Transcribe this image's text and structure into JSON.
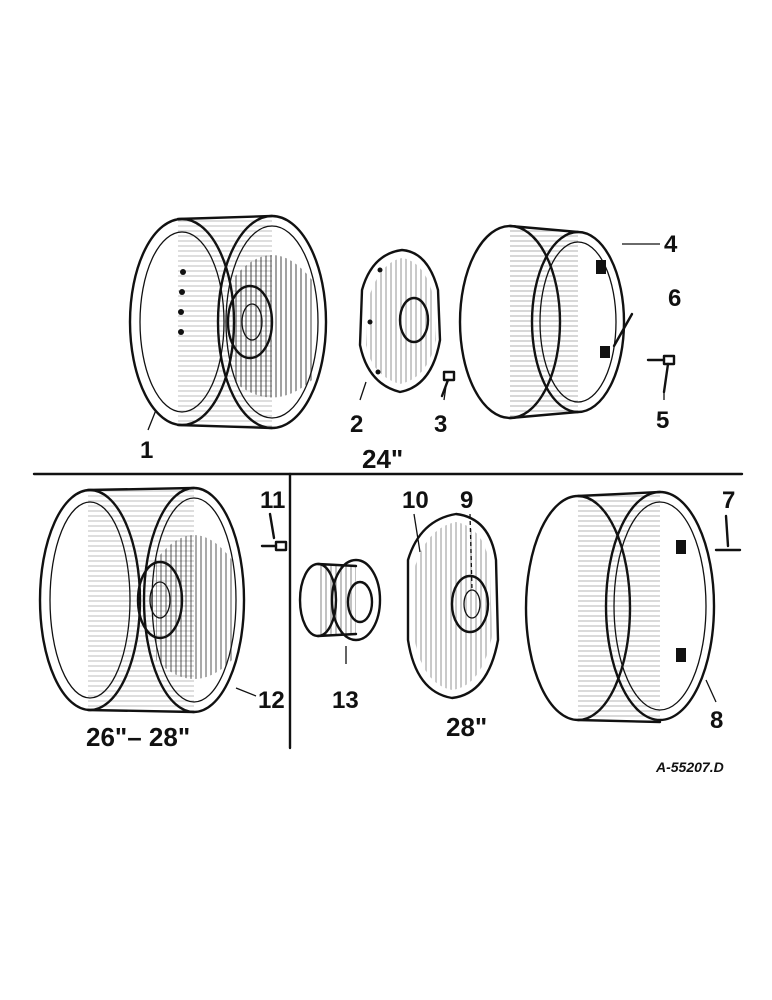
{
  "diagram": {
    "callouts": {
      "c1": "1",
      "c2": "2",
      "c3": "3",
      "c4": "4",
      "c5": "5",
      "c6": "6",
      "c7": "7",
      "c8": "8",
      "c9": "9",
      "c10": "10",
      "c11": "11",
      "c12": "12",
      "c13": "13"
    },
    "size_labels": {
      "top": "24\"",
      "bottom_left": "26\"– 28\"",
      "bottom_middle": "28\""
    },
    "reference_code": "A-55207.D"
  }
}
